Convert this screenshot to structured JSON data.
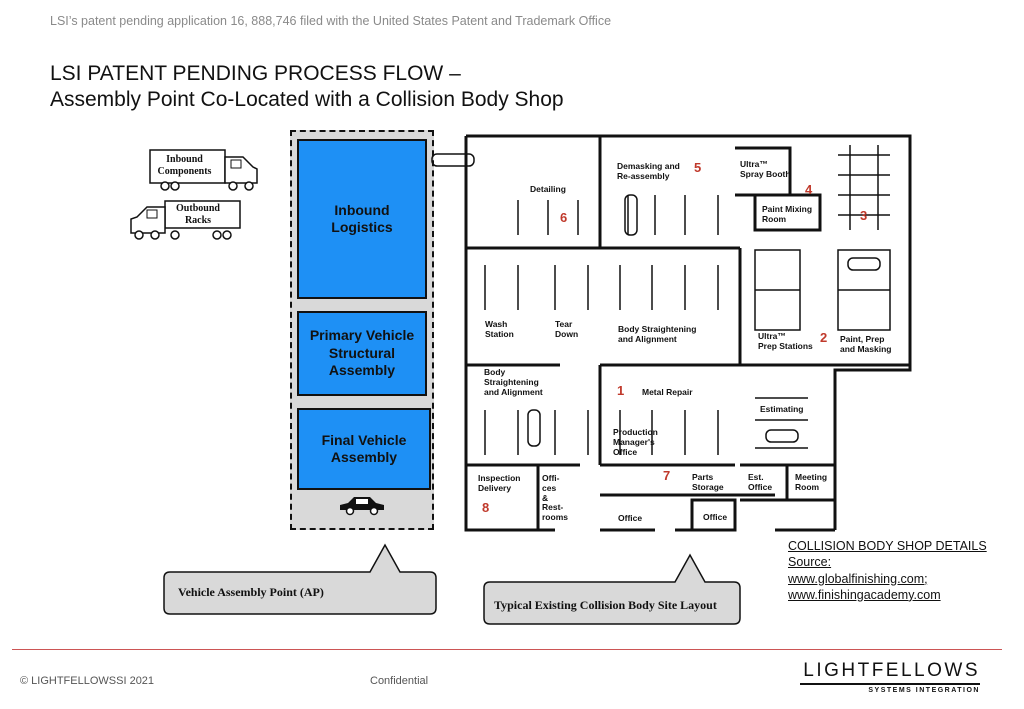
{
  "header": {
    "note": "LSI’s patent pending application 16, 888,746  filed with the United States Patent and Trademark Office",
    "title_line1": "LSI PATENT PENDING PROCESS FLOW –",
    "title_line2": "Assembly Point Co-Located with a Collision Body Shop"
  },
  "trucks": {
    "inbound": "Inbound\nComponents",
    "outbound": "Outbound\nRacks"
  },
  "assembly_point": {
    "inbound_logistics": "Inbound\nLogistics",
    "primary_structural": "Primary Vehicle\nStructural\nAssembly",
    "final_assembly": "Final Vehicle\nAssembly",
    "callout": "Vehicle Assembly Point (AP)",
    "box_color": "#1e90f5"
  },
  "layout": {
    "callout": "Typical Existing Collision Body Site Layout",
    "rooms": {
      "detailing": "Detailing",
      "demasking": "Demasking and\nRe-assembly",
      "spray_booth": "Ultra™\nSpray Booth",
      "paint_mixing": "Paint Mixing\nRoom",
      "wash_station": "Wash\nStation",
      "tear_down": "Tear\nDown",
      "body_straightening_top": "Body Straightening\nand Alignment",
      "prep_stations": "Ultra™\nPrep Stations",
      "paint_prep_masking": "Paint, Prep\nand Masking",
      "body_straightening_left": "Body\nStraightening\nand Alignment",
      "metal_repair": "Metal Repair",
      "production_manager": "Production\nManager's\nOffice",
      "estimating": "Estimating",
      "parts_storage": "Parts\nStorage",
      "est_office": "Est.\nOffice",
      "meeting_room": "Meeting\nRoom",
      "inspection": "Inspection\nDelivery",
      "offices_restrooms": "Offi-\nces\n&\nRest-\nrooms",
      "office1": "Office",
      "office2": "Office"
    },
    "numbers": [
      "1",
      "2",
      "3",
      "4",
      "5",
      "6",
      "7",
      "8"
    ]
  },
  "details": {
    "heading": "COLLISION BODY SHOP DETAILS",
    "source": "Source:",
    "link1": "www.globalfinishing.com;",
    "link2": "www.finishingacademy.com"
  },
  "footer": {
    "copyright": "© LIGHTFELLOWSSI 2021",
    "confidential": "Confidential",
    "logo_main": "LIGHTFELLOWS",
    "logo_sub": "SYSTEMS INTEGRATION"
  }
}
